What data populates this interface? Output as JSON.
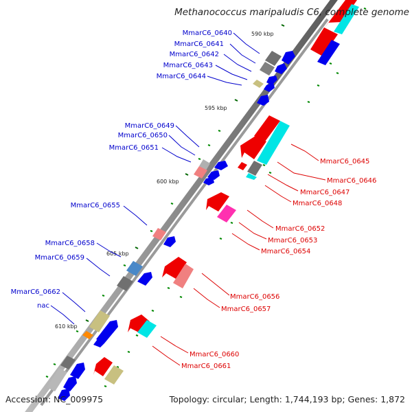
{
  "title": "Methanococcus maripaludis C6, complete genome",
  "accession": "Accession: NC_009975",
  "summary": "Topology: circular; Length: 1,744,193 bp; Genes: 1,872",
  "ticks": [
    "590 kbp",
    "595 kbp",
    "600 kbp",
    "605 kbp",
    "610 kbp"
  ],
  "genes_left": [
    "MmarC6_0640",
    "MmarC6_0641",
    "MmarC6_0642",
    "MmarC6_0643",
    "MmarC6_0644",
    "MmarC6_0649",
    "MmarC6_0650",
    "MmarC6_0651",
    "MmarC6_0655",
    "MmarC6_0658",
    "MmarC6_0659",
    "MmarC6_0662",
    "nac"
  ],
  "genes_right": [
    "MmarC6_0645",
    "MmarC6_0646",
    "MmarC6_0647",
    "MmarC6_0648",
    "MmarC6_0652",
    "MmarC6_0653",
    "MmarC6_0654",
    "MmarC6_0656",
    "MmarC6_0657",
    "MmarC6_0660",
    "MmarC6_0661"
  ],
  "colors": {
    "left_label": "#0000cc",
    "right_label": "#dd0000",
    "forward_cds": "#0000ee",
    "reverse_cds": "#ee0000",
    "cyan_track": "#00e5e5",
    "gray_track": "#707070",
    "olive_track": "#c8c080",
    "pink_track": "#f08080",
    "magenta_track": "#ff30b0",
    "steelblue_track": "#4a88c8",
    "orange_track": "#ff8800",
    "gc_marker": "#008800"
  }
}
